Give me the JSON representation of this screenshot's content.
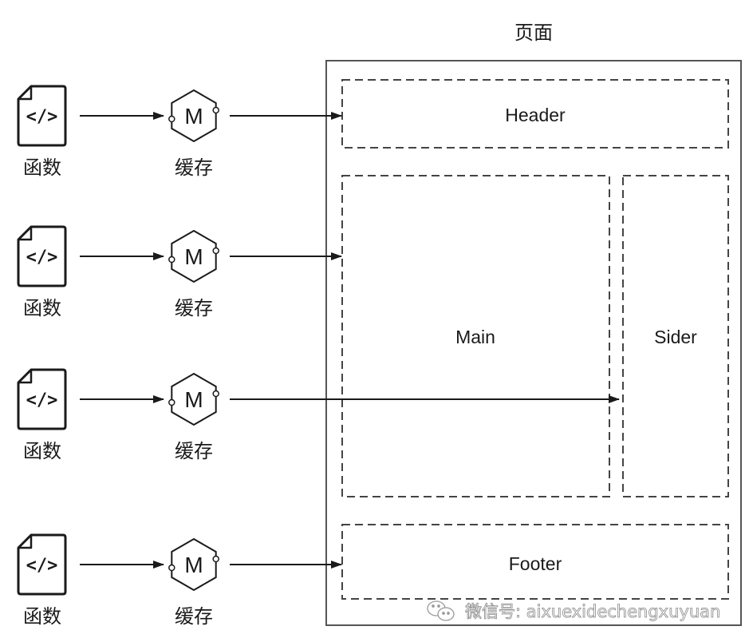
{
  "page": {
    "title": "页面",
    "regions": {
      "header": "Header",
      "main": "Main",
      "sider": "Sider",
      "footer": "Footer"
    }
  },
  "rows": [
    {
      "function_label": "函数",
      "function_icon": "code-file-icon",
      "cache_label": "缓存",
      "cache_icon": "memo-hexagon-icon",
      "target": "Header"
    },
    {
      "function_label": "函数",
      "function_icon": "code-file-icon",
      "cache_label": "缓存",
      "cache_icon": "memo-hexagon-icon",
      "target": "Main"
    },
    {
      "function_label": "函数",
      "function_icon": "code-file-icon",
      "cache_label": "缓存",
      "cache_icon": "memo-hexagon-icon",
      "target": "Sider"
    },
    {
      "function_label": "函数",
      "function_icon": "code-file-icon",
      "cache_label": "缓存",
      "cache_icon": "memo-hexagon-icon",
      "target": "Footer"
    }
  ],
  "cache_glyph": "M",
  "code_glyph": "</>",
  "watermark": {
    "icon": "wechat-icon",
    "text": "微信号: aixuexidechengxuyuan"
  },
  "colors": {
    "line": "#1a1a1a",
    "box_border": "#555555",
    "dashed": "#444444"
  }
}
